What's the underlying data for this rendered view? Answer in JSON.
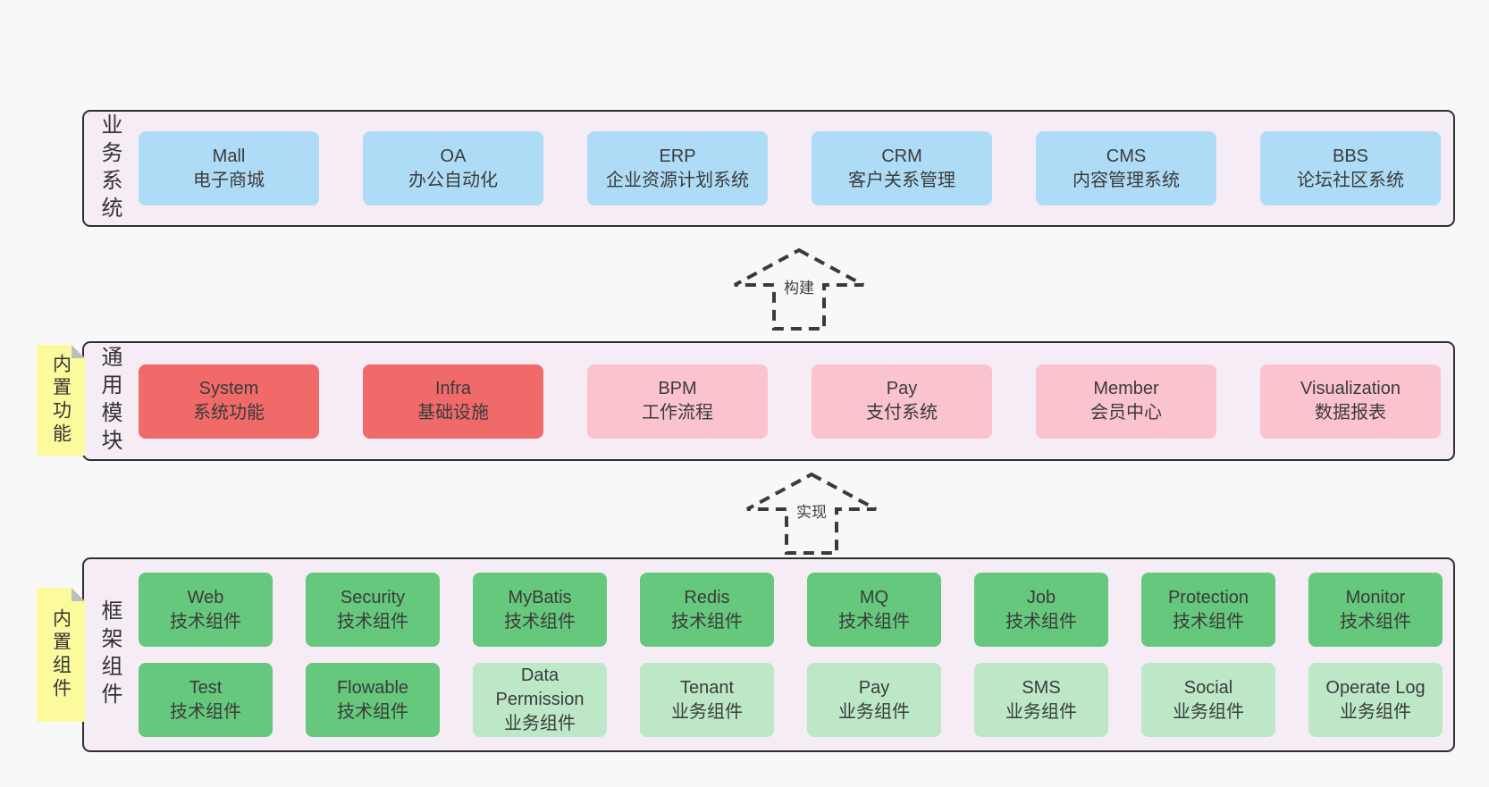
{
  "colors": {
    "page_bg": "#f8f8f8",
    "band_bg": "#f6ecf5",
    "band_border": "#2f2f2f",
    "blue": "#aedcf6",
    "red": "#f16a6a",
    "pink": "#fac3cd",
    "green": "#65c87c",
    "light_green": "#bde8c7",
    "sticky_yellow": "#fbfa9d",
    "sticky_fold": "#bdbdbd",
    "text": "#3b3b3b"
  },
  "arrows": [
    {
      "label": "构建"
    },
    {
      "label": "实现"
    }
  ],
  "bands": [
    {
      "id": "business-systems",
      "label": "业务系统",
      "sticky": null,
      "rows": [
        [
          {
            "title": "Mall",
            "subtitle": "电子商城",
            "variant": "blue"
          },
          {
            "title": "OA",
            "subtitle": "办公自动化",
            "variant": "blue"
          },
          {
            "title": "ERP",
            "subtitle": "企业资源计划系统",
            "variant": "blue"
          },
          {
            "title": "CRM",
            "subtitle": "客户关系管理",
            "variant": "blue"
          },
          {
            "title": "CMS",
            "subtitle": "内容管理系统",
            "variant": "blue"
          },
          {
            "title": "BBS",
            "subtitle": "论坛社区系统",
            "variant": "blue"
          }
        ]
      ]
    },
    {
      "id": "common-modules",
      "label": "通用模块",
      "sticky": "内置功能",
      "rows": [
        [
          {
            "title": "System",
            "subtitle": "系统功能",
            "variant": "red"
          },
          {
            "title": "Infra",
            "subtitle": "基础设施",
            "variant": "red"
          },
          {
            "title": "BPM",
            "subtitle": "工作流程",
            "variant": "pink"
          },
          {
            "title": "Pay",
            "subtitle": "支付系统",
            "variant": "pink"
          },
          {
            "title": "Member",
            "subtitle": "会员中心",
            "variant": "pink"
          },
          {
            "title": "Visualization",
            "subtitle": "数据报表",
            "variant": "pink"
          }
        ]
      ]
    },
    {
      "id": "framework-components",
      "label": "框架组件",
      "sticky": "内置组件",
      "rows": [
        [
          {
            "title": "Web",
            "subtitle": "技术组件",
            "variant": "green"
          },
          {
            "title": "Security",
            "subtitle": "技术组件",
            "variant": "green"
          },
          {
            "title": "MyBatis",
            "subtitle": "技术组件",
            "variant": "green"
          },
          {
            "title": "Redis",
            "subtitle": "技术组件",
            "variant": "green"
          },
          {
            "title": "MQ",
            "subtitle": "技术组件",
            "variant": "green"
          },
          {
            "title": "Job",
            "subtitle": "技术组件",
            "variant": "green"
          },
          {
            "title": "Protection",
            "subtitle": "技术组件",
            "variant": "green"
          },
          {
            "title": "Monitor",
            "subtitle": "技术组件",
            "variant": "green"
          }
        ],
        [
          {
            "title": "Test",
            "subtitle": "技术组件",
            "variant": "green"
          },
          {
            "title": "Flowable",
            "subtitle": "技术组件",
            "variant": "green"
          },
          {
            "title": "Data Permission",
            "subtitle": "业务组件",
            "variant": "light-green"
          },
          {
            "title": "Tenant",
            "subtitle": "业务组件",
            "variant": "light-green"
          },
          {
            "title": "Pay",
            "subtitle": "业务组件",
            "variant": "light-green"
          },
          {
            "title": "SMS",
            "subtitle": "业务组件",
            "variant": "light-green"
          },
          {
            "title": "Social",
            "subtitle": "业务组件",
            "variant": "light-green"
          },
          {
            "title": "Operate Log",
            "subtitle": "业务组件",
            "variant": "light-green"
          }
        ]
      ]
    }
  ]
}
